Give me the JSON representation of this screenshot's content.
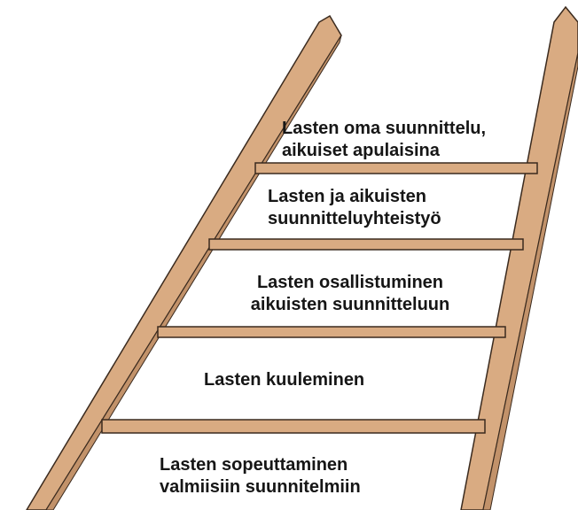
{
  "ladder": {
    "colors": {
      "wood": "#d9ab82",
      "wood_shade": "#c2926a",
      "outline": "#3a2a1e",
      "text": "#161616"
    },
    "steps": [
      {
        "lines": [
          "Lasten oma suunnittelu,",
          "aikuiset apulaisina"
        ]
      },
      {
        "lines": [
          "Lasten ja aikuisten",
          "suunnitteluyhteistyö"
        ]
      },
      {
        "lines": [
          "Lasten osallistuminen",
          "aikuisten suunnitteluun"
        ]
      },
      {
        "lines": [
          "Lasten kuuleminen"
        ]
      },
      {
        "lines": [
          "Lasten sopeuttaminen",
          "valmiisiin suunnitelmiin"
        ]
      }
    ]
  }
}
